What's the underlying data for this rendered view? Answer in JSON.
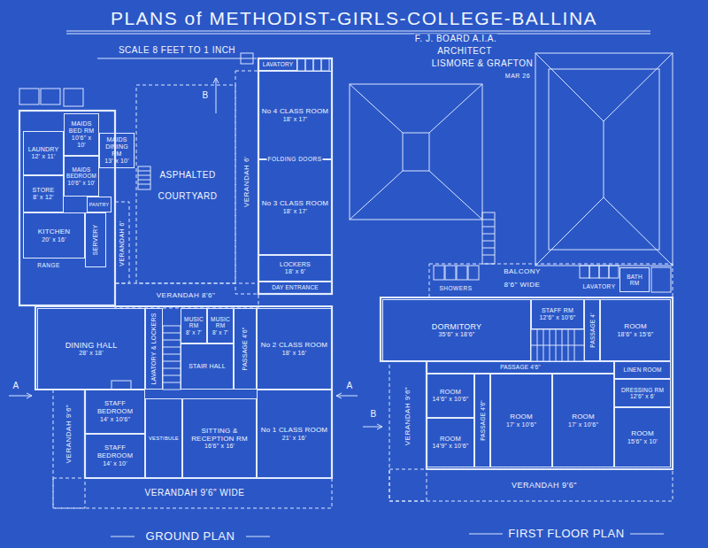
{
  "diagram": {
    "title": "PLANS of METHODIST-GIRLS-COLLEGE-BALLINA",
    "nodes": [
      {
        "text": [
          "LAUNDRY",
          "12' x 11'"
        ]
      },
      {
        "text": [
          "MAIDS BED RM",
          "10'6\" x 10'"
        ]
      },
      {
        "text": [
          "MAIDS DINING RM",
          "13' x 10'"
        ]
      },
      {
        "text": [
          "STORE",
          "8' x 12'"
        ]
      },
      {
        "text": [
          "MAIDS BEDROOM",
          "10'6\" x 10'"
        ]
      },
      {
        "text": [
          "PANTRY"
        ]
      },
      {
        "text": [
          "KITCHEN",
          "20' x 16'"
        ]
      },
      {
        "text": [
          "SERVERY"
        ]
      },
      {
        "text": [
          "LAVATORY"
        ]
      },
      {
        "text": [
          "No 4 CLASS ROOM",
          "18' x 17'"
        ]
      },
      {
        "text": [
          "No 3 CLASS ROOM",
          "18' x 17'"
        ]
      },
      {
        "text": [
          "LOCKERS",
          "18' x 6'"
        ]
      },
      {
        "text": [
          "DAY ENTRANCE"
        ]
      },
      {
        "text": [
          "DINING HALL",
          "28' x 18'"
        ]
      },
      {
        "text": [
          "LAVATORY & LOCKERS"
        ]
      },
      {
        "text": [
          "MUSIC RM",
          "8' x 7'"
        ]
      },
      {
        "text": [
          "MUSIC RM",
          "8' x 7'"
        ]
      },
      {
        "text": [
          "STAIR HALL"
        ]
      },
      {
        "text": [
          "PASSAGE 4'6\""
        ]
      },
      {
        "text": [
          "No 2 CLASS ROOM",
          "18' x 16'"
        ]
      },
      {
        "text": [
          "STAFF BEDROOM",
          "14' x 10'6\""
        ]
      },
      {
        "text": [
          "STAFF BEDROOM",
          "14' x 10'"
        ]
      },
      {
        "text": [
          "VESTIBULE"
        ]
      },
      {
        "text": [
          "SITTING & RECEPTION RM",
          "16'6\" x 16'"
        ]
      },
      {
        "text": [
          "No 1 CLASS ROOM",
          "21' x 16'"
        ]
      },
      {
        "text": [
          "BATH RM"
        ]
      },
      {
        "text": [
          "DORMITORY",
          "35'6\" x 18'6\""
        ]
      },
      {
        "text": [
          "STAFF RM",
          "12'6\" x 10'6\""
        ]
      },
      {
        "text": [
          "PASSAGE 4'"
        ]
      },
      {
        "text": [
          "ROOM",
          "18'6\" x 15'6\""
        ]
      },
      {
        "text": [
          "PASSAGE 4'6\""
        ]
      },
      {
        "text": [
          "ROOM",
          "14'6\" x 10'6\""
        ]
      },
      {
        "text": [
          "PASSAGE 4'6\""
        ]
      },
      {
        "text": [
          "ROOM",
          "17' x 10'6\""
        ]
      },
      {
        "text": [
          "ROOM",
          "17' x 10'6\""
        ]
      },
      {
        "text": [
          "LINEN ROOM"
        ]
      },
      {
        "text": [
          "DRESSING RM",
          "12'6\" x 6'"
        ]
      },
      {
        "text": [
          "ROOM",
          "14'9\" x 10'6\""
        ]
      },
      {
        "text": [
          "ROOM",
          "15'6\" x 10'"
        ]
      }
    ],
    "labels": [
      "SCALE 8 FEET TO 1 INCH",
      "F. J. BOARD A.I.A.",
      "ARCHITECT",
      "LISMORE & GRAFTON",
      "MAR 26",
      "ASPHALTED",
      "COURTYARD",
      "VERANDAH 6'",
      "VERANDAH 6'",
      "VERANDAH 8'6\"",
      "FOLDING DOORS",
      "RANGE",
      "A",
      "A",
      "B",
      "B",
      "VERANDAH 9'6\" WIDE",
      "VERANDAH 9'6\"",
      "GROUND PLAN",
      "SHOWERS",
      "BALCONY",
      "8'6\" WIDE",
      "LAVATORY",
      "VERANDAH 9'6\"",
      "VERANDAH 9'6\"",
      "FIRST FLOOR PLAN"
    ]
  }
}
